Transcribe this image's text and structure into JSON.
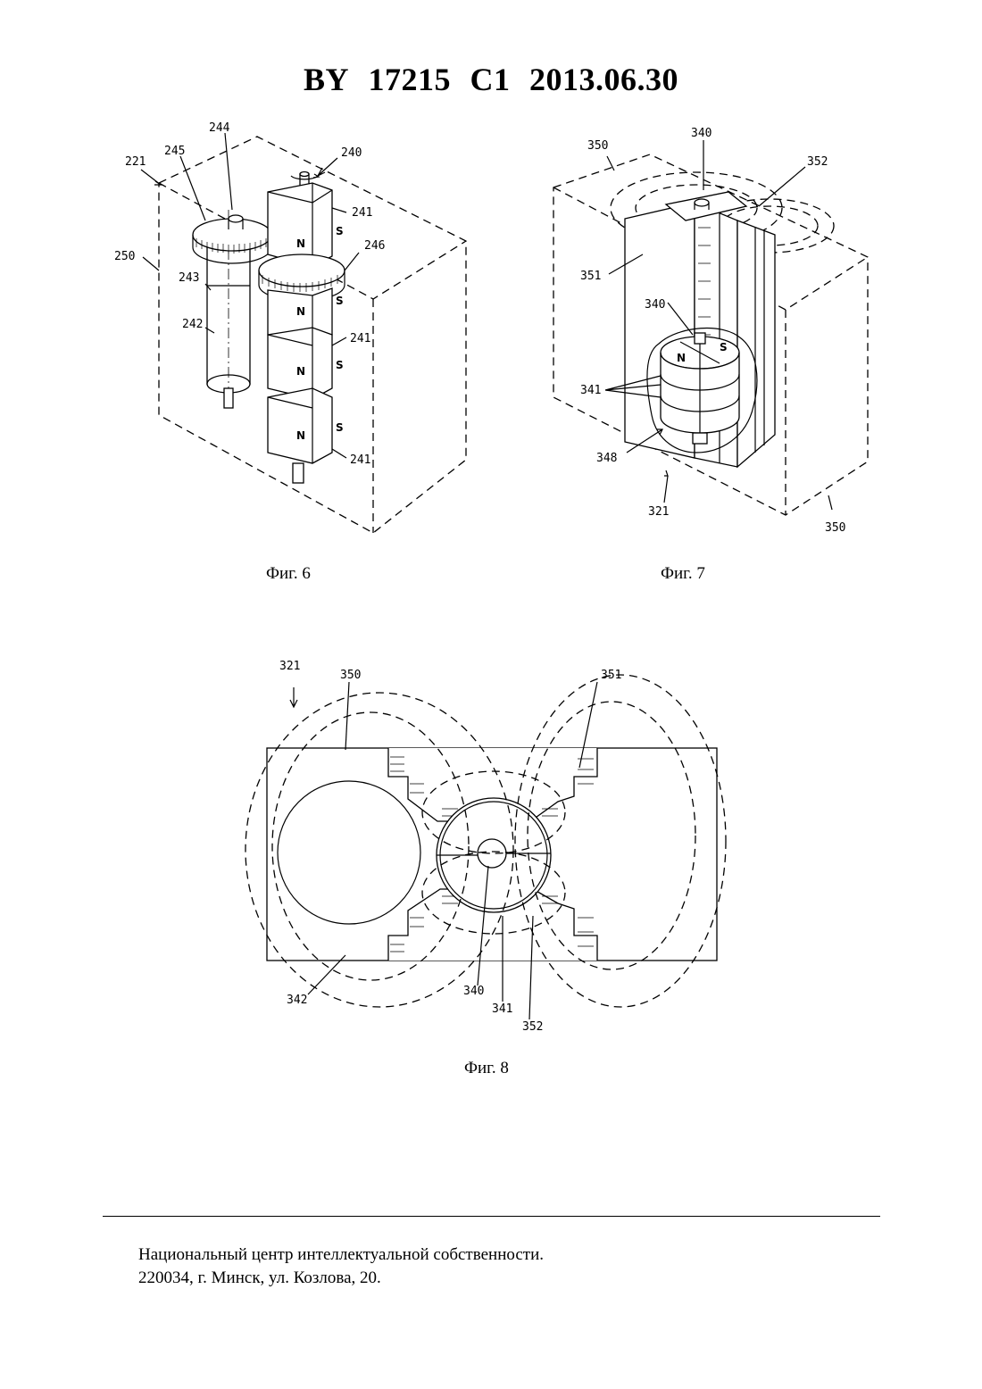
{
  "header": {
    "country": "BY",
    "number": "17215",
    "kind": "C1",
    "date": "2013.06.30"
  },
  "figures": [
    {
      "caption": "Фиг. 6",
      "labels": [
        "221",
        "244",
        "245",
        "240",
        "241",
        "246",
        "250",
        "243",
        "242",
        "241",
        "241"
      ],
      "poles": [
        "N",
        "S",
        "N",
        "S",
        "N",
        "S",
        "N",
        "S"
      ]
    },
    {
      "caption": "Фиг. 7",
      "labels": [
        "350",
        "340",
        "352",
        "351",
        "340",
        "341",
        "348",
        "321",
        "350"
      ],
      "poles": [
        "S",
        "N"
      ]
    },
    {
      "caption": "Фиг. 8",
      "labels": [
        "321",
        "350",
        "351",
        "342",
        "340",
        "341",
        "352"
      ]
    }
  ],
  "footer": {
    "line1": "Национальный центр интеллектуальной собственности.",
    "line2": "220034, г. Минск, ул. Козлова, 20."
  }
}
